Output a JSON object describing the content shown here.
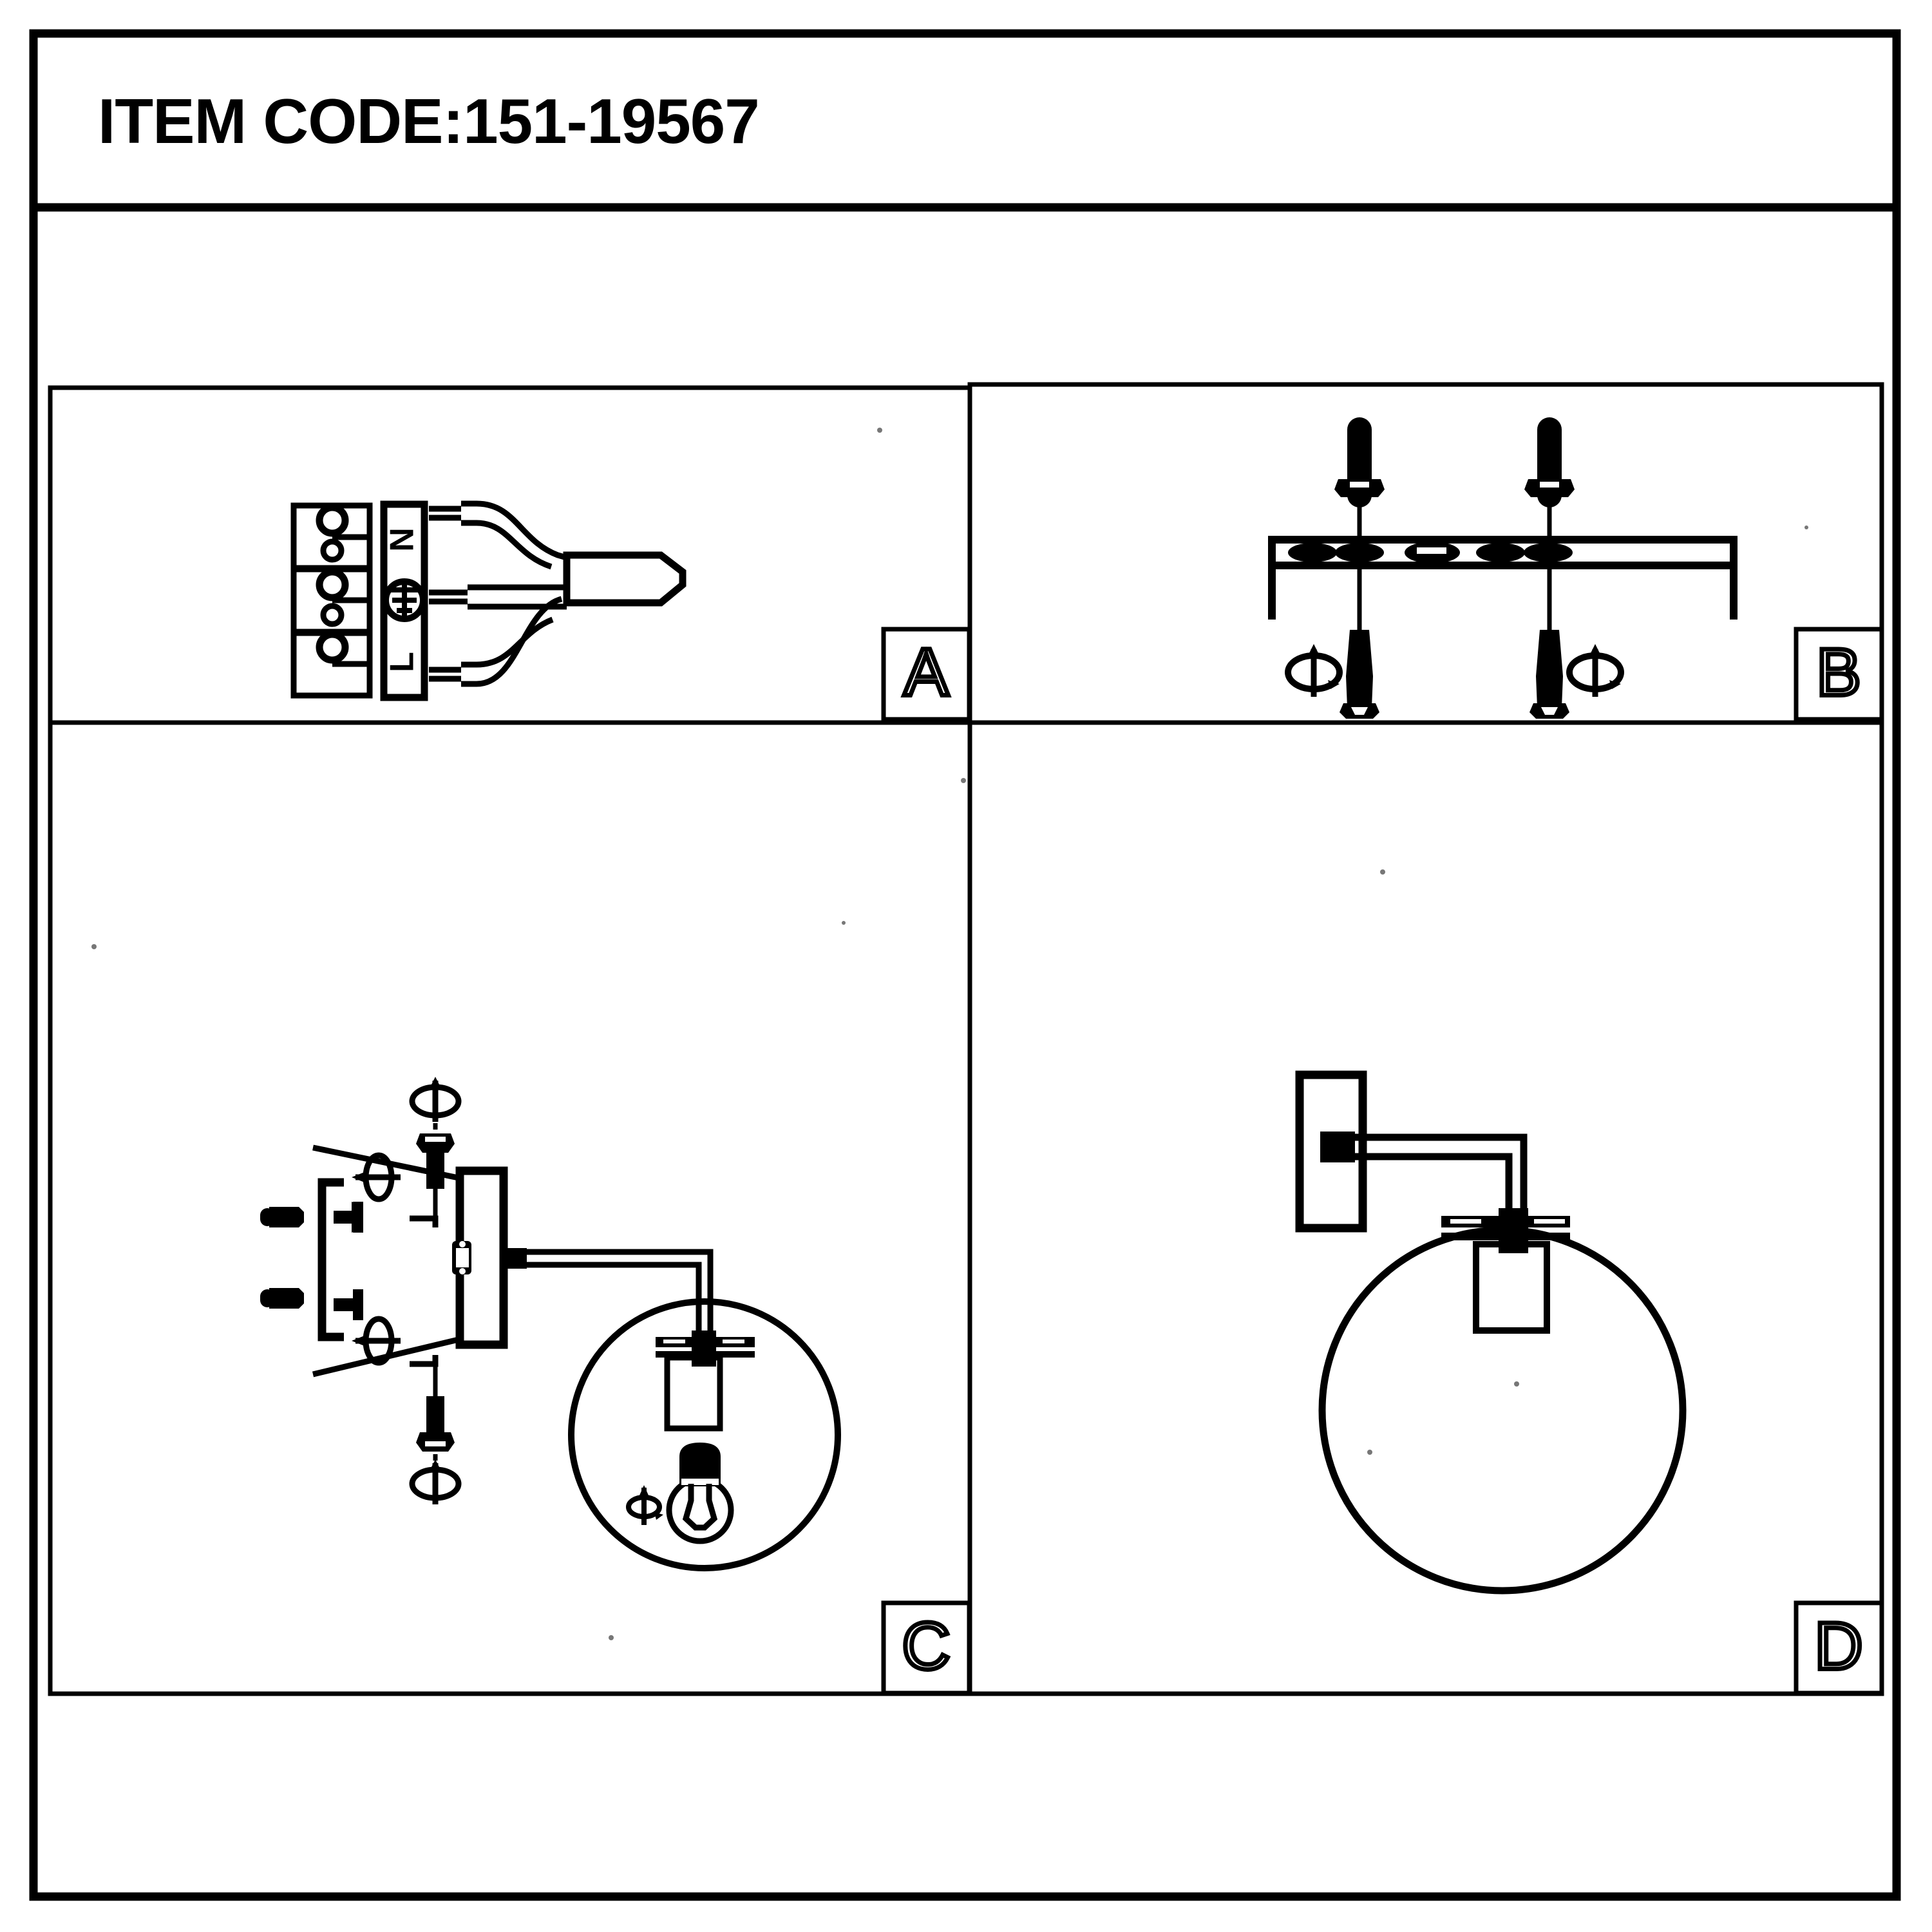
{
  "document": {
    "type": "assembly-instruction-sheet",
    "title_label": "ITEM CODE:151-19567",
    "item_code": "151-19567",
    "line_color": "#000000",
    "background_color": "#ffffff",
    "product": "wall sconce with glass globe shade"
  },
  "panels": [
    {
      "id": "A",
      "letter": "A",
      "position": "top-left",
      "caption": "",
      "contents": {
        "terminal_block": {
          "name": "3-way screw terminal block",
          "slots": 3,
          "labels": [
            "N",
            "earth-symbol",
            "L"
          ],
          "label_n": "N",
          "label_l": "L",
          "label_earth": "earth"
        },
        "cable": {
          "name": "three-core supply cable",
          "conductors": 3,
          "sheath": "outer sheath cut at angle"
        }
      }
    },
    {
      "id": "B",
      "letter": "B",
      "position": "top-right",
      "caption": "",
      "contents": {
        "bracket": {
          "name": "wall mounting bracket",
          "holes": 5,
          "shape": "flat bar with down-turned ends"
        },
        "wall_plugs": 2,
        "screws": 2,
        "rotation_symbols": 2
      }
    },
    {
      "id": "C",
      "letter": "C",
      "position": "bottom-left",
      "caption": "",
      "contents": {
        "backplate": {
          "name": "wall backplate",
          "slot": "keyhole mounting slot"
        },
        "bracket_perspective": "mounting bracket shown in perspective",
        "wall_plugs": 2,
        "bracket_screws": 2,
        "cap_screws": 2,
        "rotation_symbols": 5,
        "arm": "support arm",
        "collar": "globe clamp collar",
        "lamp_holder": "lamp holder",
        "globe": "glass globe shade",
        "bulb": "screw-in light bulb"
      }
    },
    {
      "id": "D",
      "letter": "D",
      "position": "bottom-right",
      "caption": "",
      "contents": {
        "assembly": "completed wall sconce assembly",
        "backplate": "wall backplate",
        "arm": "support arm",
        "collar": "globe clamp collar",
        "lamp_holder": "lamp holder",
        "globe": "glass globe shade"
      }
    }
  ]
}
